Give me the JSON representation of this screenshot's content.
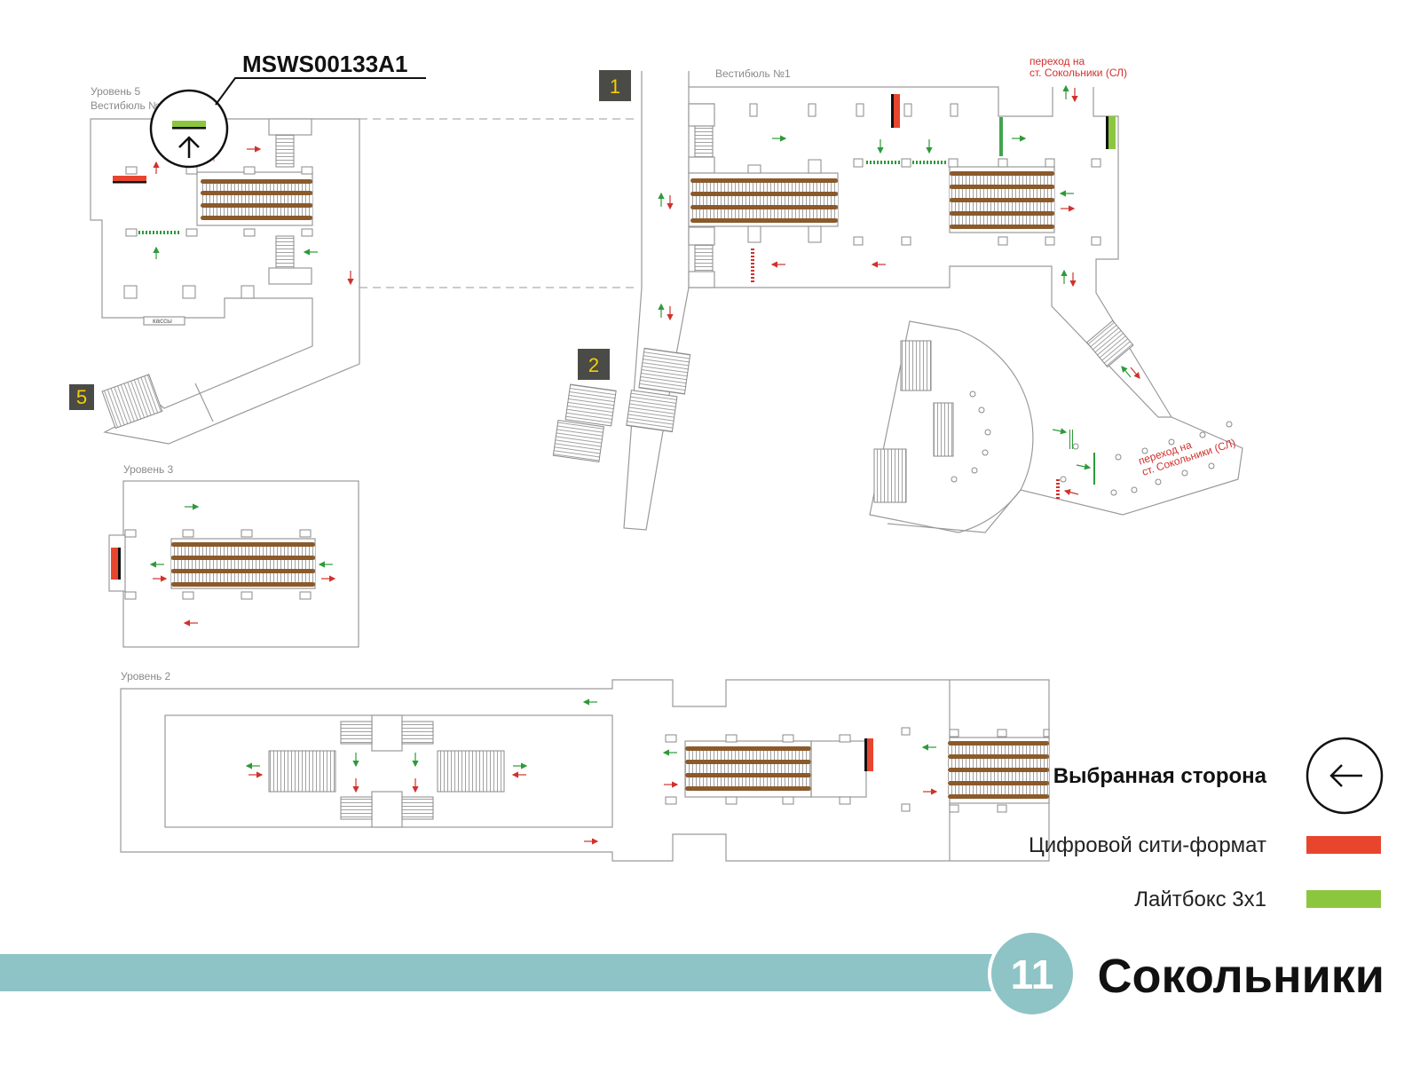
{
  "ad_code": "MSWS00133A1",
  "levels": {
    "level5": "Уровень 5",
    "level5_vestibule": "Вестибюль №",
    "level3": "Уровень 3",
    "level2": "Уровень 2",
    "vestibule1": "Вестибюль №1",
    "cashier": "кассы"
  },
  "entrances": [
    "1",
    "2",
    "5"
  ],
  "transfer_notes": {
    "top_line1": "переход на",
    "top_line2": "ст. Сокольники (СЛ)",
    "right_line1": "переход на",
    "right_line2": "ст. Сокольники (СЛ)"
  },
  "legend": {
    "selected_side": "Выбранная сторона",
    "digital_city": "Цифровой сити-формат",
    "lightbox": "Лайтбокс 3x1"
  },
  "station": {
    "line_number": "11",
    "name": "Сокольники"
  },
  "colors": {
    "red_format": "#e8452f",
    "green_format": "#8cc63f",
    "line_teal": "#8ec4c6",
    "escalator_brown": "#8b5a2b",
    "arrow_green": "#2e9a3a",
    "arrow_red": "#d0312d",
    "entrance_box": "#4a4a46",
    "entrance_digit": "#f5d000"
  },
  "icons": [
    "arrow-up-icon",
    "arrow-left-icon"
  ]
}
